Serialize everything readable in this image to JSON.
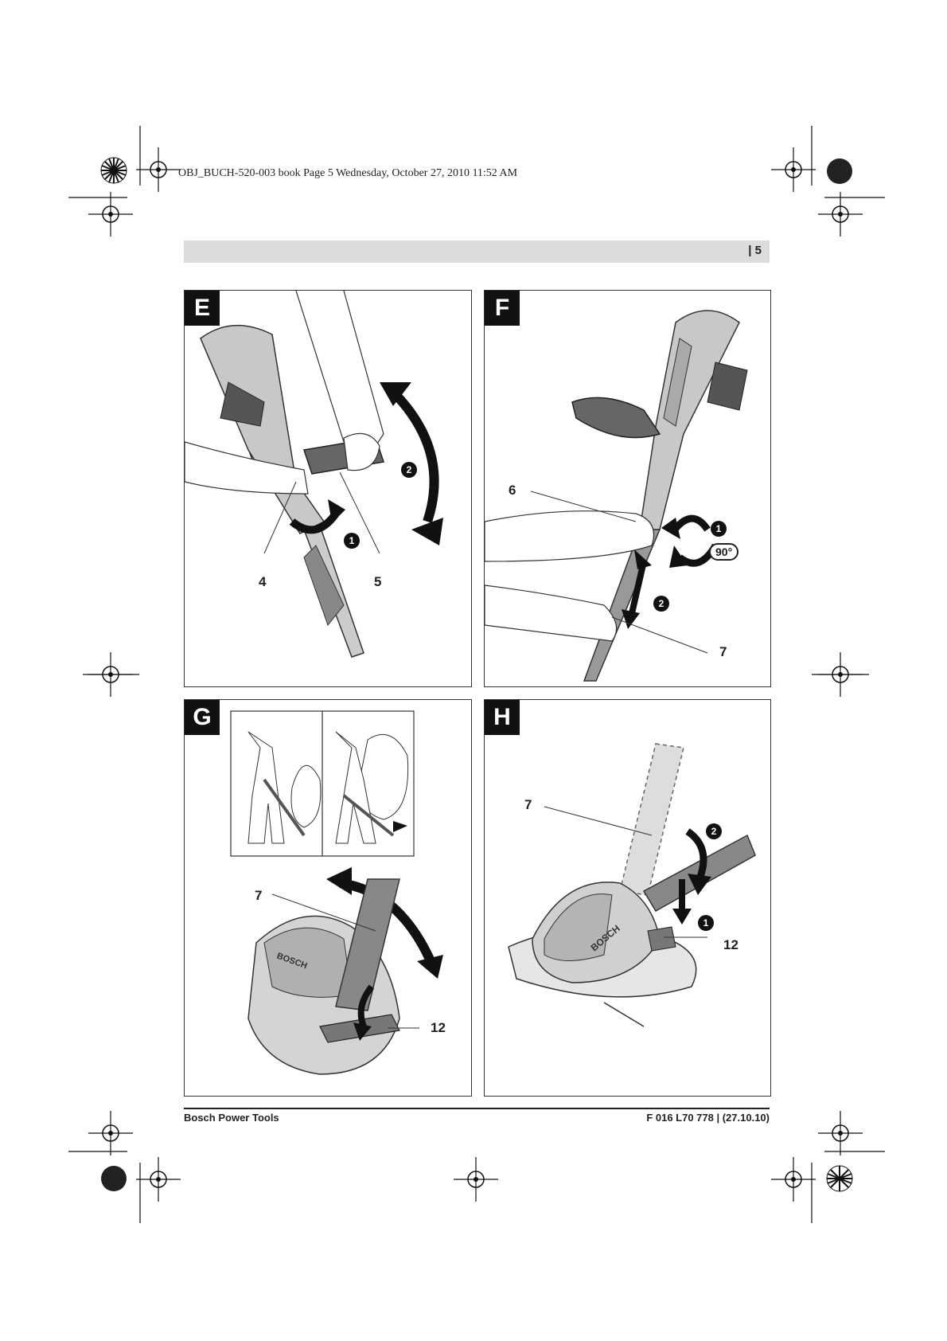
{
  "print_header": "OBJ_BUCH-520-003 book  Page 5  Wednesday, October 27, 2010  11:52 AM",
  "page_number": "| 5",
  "panels": {
    "E": {
      "tag": "E",
      "callouts": [
        "4",
        "5"
      ],
      "steps": [
        "1",
        "2"
      ]
    },
    "F": {
      "tag": "F",
      "callouts": [
        "6",
        "7"
      ],
      "steps": [
        "1",
        "2"
      ],
      "angle": "90°"
    },
    "G": {
      "tag": "G",
      "callouts": [
        "7",
        "12"
      ],
      "brand": "BOSCH"
    },
    "H": {
      "tag": "H",
      "callouts": [
        "7",
        "12"
      ],
      "steps": [
        "2",
        "1"
      ],
      "brand": "BOSCH"
    }
  },
  "footer": {
    "left": "Bosch Power Tools",
    "right": "F 016 L70 778 | (27.10.10)"
  }
}
